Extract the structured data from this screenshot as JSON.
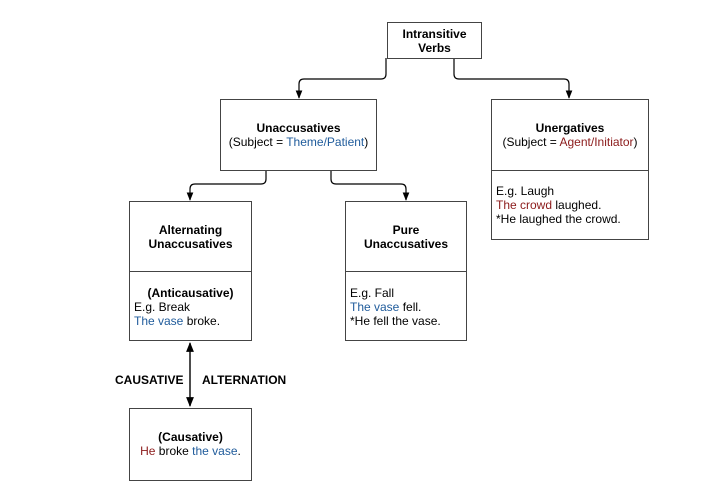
{
  "nodes": {
    "root": {
      "title_line1": "Intransitive",
      "title_line2": "Verbs"
    },
    "unaccusatives": {
      "title": "Unaccusatives",
      "subject_prefix": "(Subject = ",
      "subject_role": "Theme/Patient",
      "subject_suffix": ")"
    },
    "unergatives": {
      "title": "Unergatives",
      "subject_prefix": "(Subject = ",
      "subject_role": "Agent/Initiator",
      "subject_suffix": ")",
      "example_label": "E.g. Laugh",
      "example_subject": "The crowd",
      "example_rest": " laughed.",
      "bad_example": "*He laughed the crowd."
    },
    "alternating": {
      "title_line1": "Alternating",
      "title_line2": "Unaccusatives",
      "sub_title": "(Anticausative)",
      "example_label": "E.g. Break",
      "example_subject": "The vase",
      "example_rest": " broke."
    },
    "pure": {
      "title_line1": "Pure",
      "title_line2": "Unaccusatives",
      "example_label": "E.g. Fall",
      "example_subject": "The vase",
      "example_rest": " fell.",
      "bad_example": "*He fell the vase."
    },
    "causative": {
      "title": "(Causative)",
      "agent": "He",
      "verb": " broke ",
      "object": "the vase",
      "period": "."
    }
  },
  "alternation_labels": {
    "left": "CAUSATIVE",
    "right": "ALTERNATION"
  },
  "colors": {
    "theme": "#1f5b9b",
    "agent": "#8b1a1a",
    "border": "#444444"
  }
}
